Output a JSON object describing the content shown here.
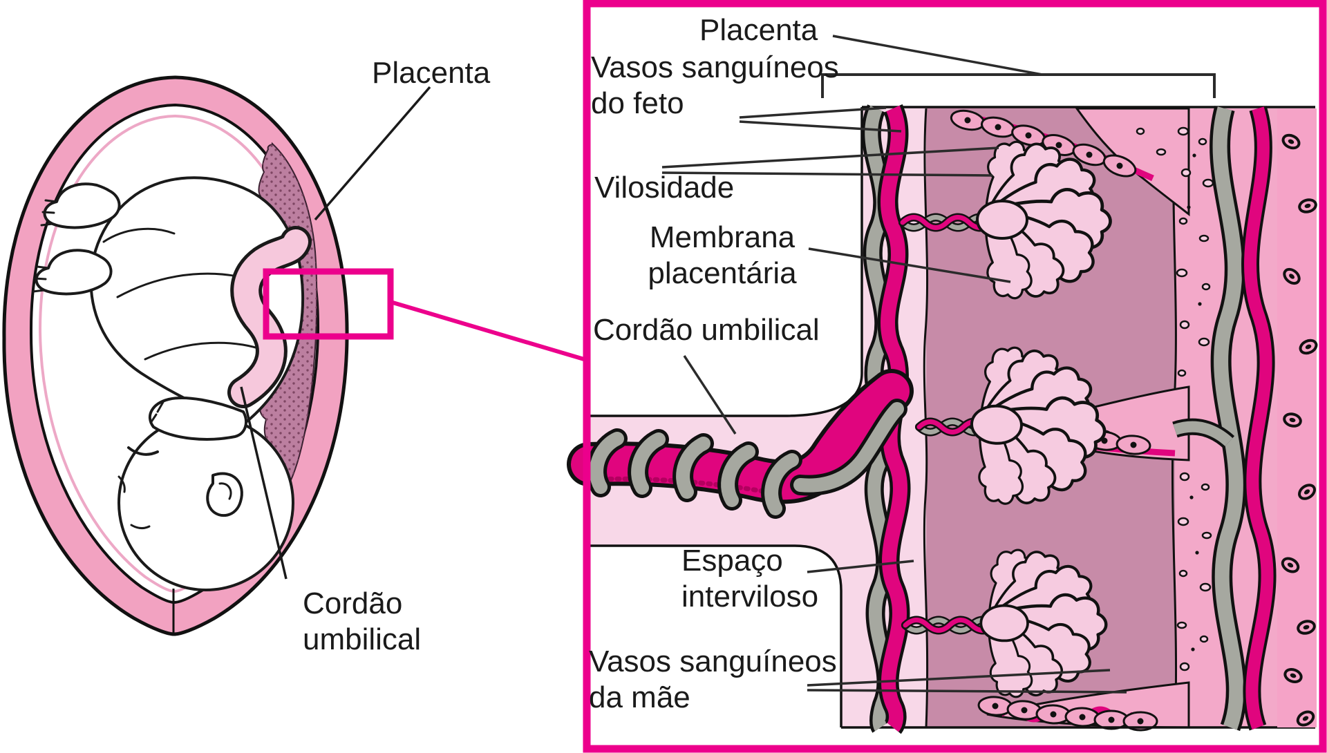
{
  "figure_type": "placenta-anatomy-diagram",
  "left_panel": {
    "description": "fetus-in-uterus-overview",
    "labels": {
      "placenta": "Placenta",
      "umbilical_cord": [
        "Cordão",
        "umbilical"
      ]
    }
  },
  "right_panel": {
    "description": "magnified-placenta-detail",
    "labels": {
      "placenta": "Placenta",
      "fetal_blood_vessels": [
        "Vasos sanguíneos",
        "do feto"
      ],
      "villus": "Vilosidade",
      "placental_membrane": [
        "Membrana",
        "placentária"
      ],
      "umbilical_cord": "Cordão umbilical",
      "intervillous_space": [
        "Espaço",
        "interviloso"
      ],
      "maternal_blood_vessels": [
        "Vasos sanguíneos",
        "da mãe"
      ]
    }
  },
  "colors": {
    "accent_magenta": "#EC008C",
    "vessel_magenta": "#E0057E",
    "vessel_gray": "#A6A8A0",
    "uterus_wall_pink": "#F2A2C1",
    "chorionic_plate_pink": "#F8D8E8",
    "intervillous_mauve": "#C78BA8",
    "villus_pink": "#F6CBE0",
    "decidua_pink": "#F3A9C9",
    "maternal_blood_band_pink": "#F5A3C7",
    "placenta_crescent": "#BC7FA0",
    "text": "#1a1a1a"
  }
}
